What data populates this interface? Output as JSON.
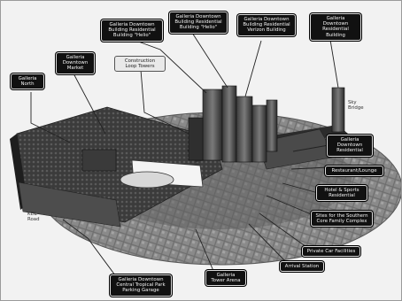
{
  "labels": {
    "l1": "Galleria\nNorth",
    "l2": "Galleria\nDowntown\nMarket",
    "l3": "Galleria Downtown\nBuilding Residential\nBuilding \"Helio\"",
    "l4": "Galleria Downtown\nBuilding Residential\nBuilding \"Helio\"",
    "l5": "Galleria Downtown\nBuilding Residential\nVerizon Building",
    "l6": "Galleria Downtown\nResidential\nBuilding",
    "l7": "Construction\nLoop Towers",
    "l8": "Galleria\nDowntown\nResidential",
    "l9": "Restaurant/Lounge",
    "l10": "Hotel & Sports\nResidential",
    "l11": "Sites for the Southern\nCore Family Complex",
    "l12": "Private Car Facilities",
    "l13": "Arrival Station",
    "l14": "Galleria\nTower Arena",
    "l15": "Galleria Downtown\nCentral Tropical Park\nParking Garage",
    "p1": "Sky\nBridge",
    "p2": "KDL\nRoad"
  }
}
